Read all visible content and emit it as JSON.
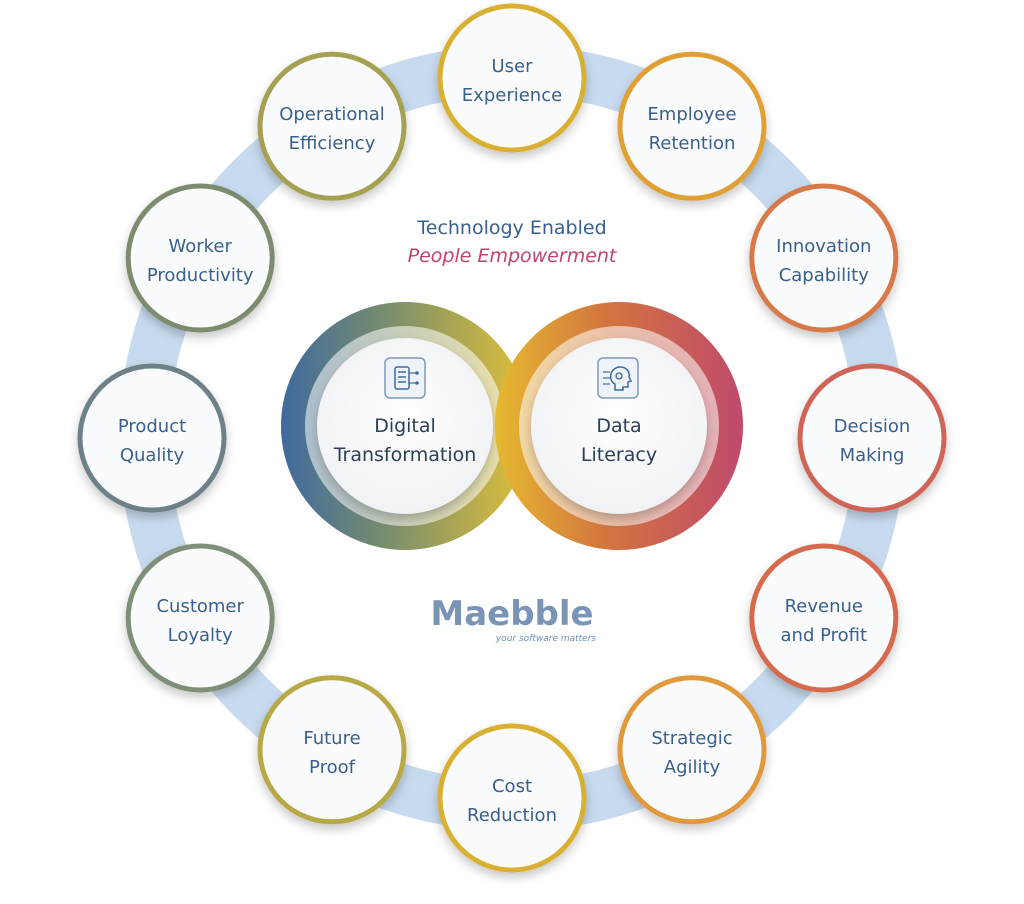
{
  "header": {
    "line1": "Technology Enabled",
    "line2": "People Empowerment"
  },
  "core": {
    "left": {
      "line1": "Digital",
      "line2": "Transformation",
      "icon": "digital-document-icon"
    },
    "right": {
      "line1": "Data",
      "line2": "Literacy",
      "icon": "data-head-icon"
    }
  },
  "logo": {
    "name": "Maebble",
    "tagline": "your software matters"
  },
  "nodes": [
    {
      "id": "user-experience",
      "lines": [
        "User",
        "Experience"
      ]
    },
    {
      "id": "employee-retention",
      "lines": [
        "Employee",
        "Retention"
      ]
    },
    {
      "id": "innovation-capability",
      "lines": [
        "Innovation",
        "Capability"
      ]
    },
    {
      "id": "decision-making",
      "lines": [
        "Decision",
        "Making"
      ]
    },
    {
      "id": "revenue-and-profit",
      "lines": [
        "Revenue",
        "and Profit"
      ]
    },
    {
      "id": "strategic-agility",
      "lines": [
        "Strategic",
        "Agility"
      ]
    },
    {
      "id": "cost-reduction",
      "lines": [
        "Cost",
        "Reduction"
      ]
    },
    {
      "id": "future-proof",
      "lines": [
        "Future",
        "Proof"
      ]
    },
    {
      "id": "customer-loyalty",
      "lines": [
        "Customer",
        "Loyalty"
      ]
    },
    {
      "id": "product-quality",
      "lines": [
        "Product",
        "Quality"
      ]
    },
    {
      "id": "worker-productivity",
      "lines": [
        "Worker",
        "Productivity"
      ]
    },
    {
      "id": "operational-efficiency",
      "lines": [
        "Operational",
        "Efficiency"
      ]
    }
  ],
  "colors": {
    "ring": "#bcd3ec",
    "text_blue": "#3a5f8c",
    "text_pink": "#c0456e",
    "node_borders": [
      "#d9b131",
      "#e0a035",
      "#d8794a",
      "#cf6558",
      "#d66a4e",
      "#e09a3c",
      "#d9b131",
      "#b8a947",
      "#7f8f78",
      "#6d8189",
      "#7d8c6e",
      "#a6a052"
    ]
  }
}
